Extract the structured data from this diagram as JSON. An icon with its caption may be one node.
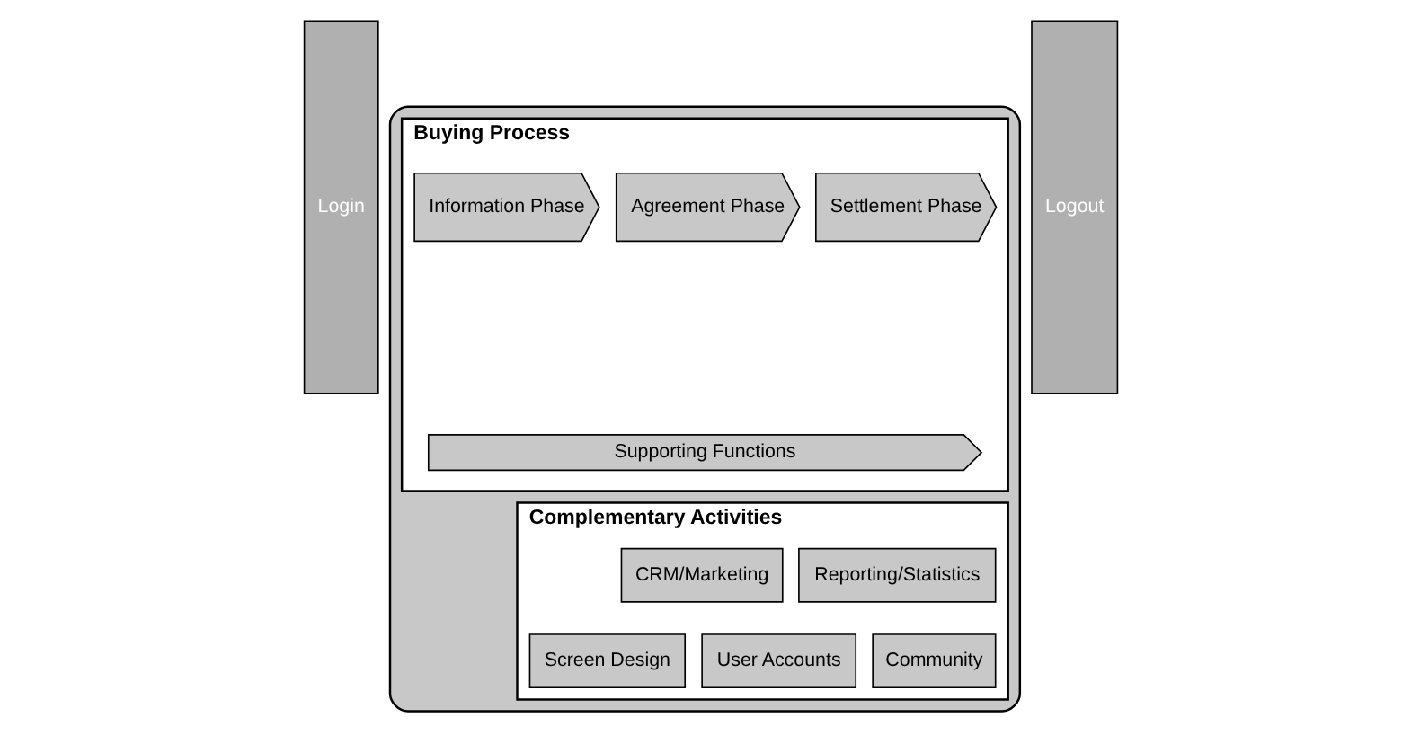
{
  "diagram": {
    "nodes": [
      {
        "text": [
          "Login"
        ]
      },
      {
        "text": [],
        "shape": "arrow"
      },
      {
        "text": [
          "Buying Process"
        ],
        "in": 1
      },
      {
        "text": [
          "Information Phase"
        ],
        "in": 2
      },
      {
        "text": [
          "Agreement Phase"
        ],
        "in": 2
      },
      {
        "text": [
          "Settlement Phase"
        ],
        "in": 2
      },
      {
        "text": [
          "Supporting Functions"
        ],
        "in": 2
      },
      {
        "text": [
          "Complementary Activities"
        ],
        "in": 1
      },
      {
        "text": [
          "CRM/Marketing"
        ],
        "in": 7
      },
      {
        "text": [
          "Reporting/Statistics"
        ],
        "in": 7
      },
      {
        "text": [
          "Screen Design"
        ],
        "in": 7
      },
      {
        "text": [
          "User Accounts"
        ],
        "in": 7
      },
      {
        "text": [
          "Community"
        ],
        "in": 7
      },
      {
        "text": [
          "Logout"
        ]
      }
    ],
    "edges": []
  }
}
